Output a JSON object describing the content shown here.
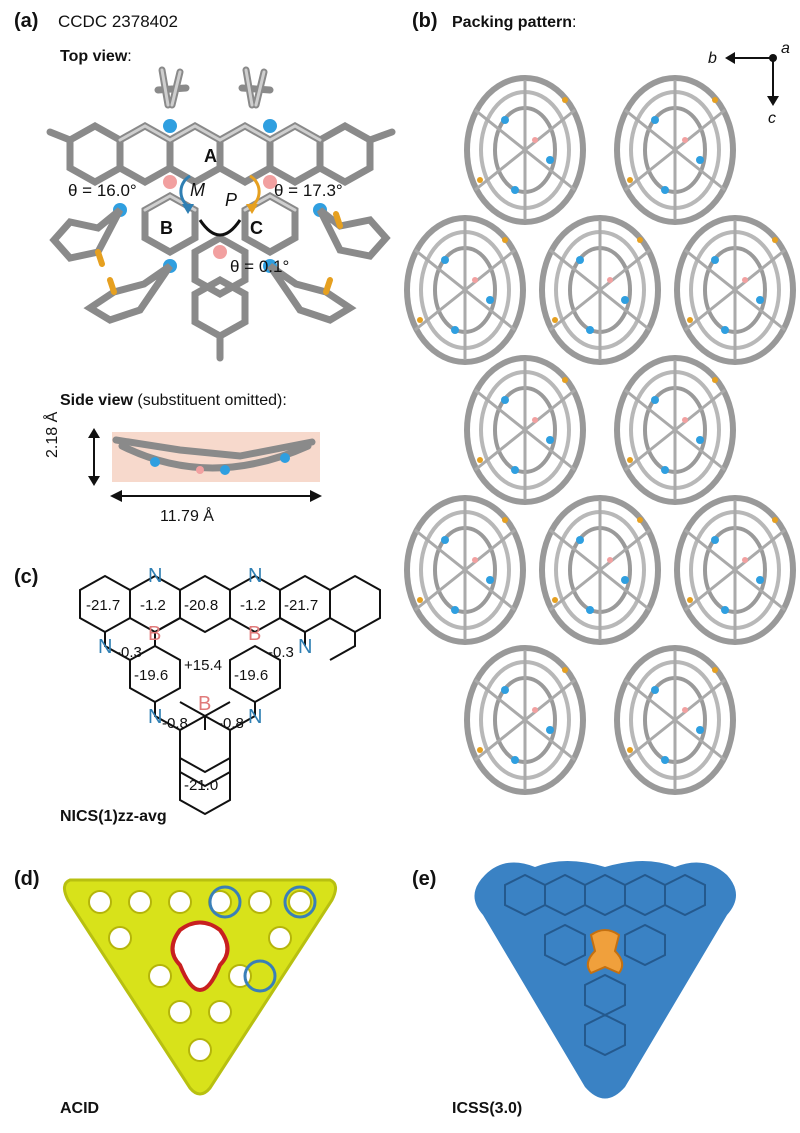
{
  "panel_a": {
    "label": "(a)",
    "ccdc": "CCDC 2378402",
    "top_view": "Top view",
    "top_view_suffix": ":",
    "ring_a": "A",
    "ring_b": "B",
    "ring_c": "C",
    "theta_left": "θ = 16.0°",
    "theta_right": "θ = 17.3°",
    "theta_bottom": "θ = 0.1°",
    "helix_m": "M",
    "helix_p": "P",
    "side_view": "Side view",
    "side_view_note": " (substituent omitted):",
    "height": "2.18 Å",
    "width": "11.79 Å"
  },
  "panel_b": {
    "label": "(b)",
    "title": "Packing pattern",
    "title_suffix": ":",
    "axis_a": "a",
    "axis_b": "b",
    "axis_c": "c"
  },
  "panel_c": {
    "label": "(c)",
    "caption": "NICS(1)zz-avg",
    "atom_n": "N",
    "atom_b": "B",
    "values": [
      "-21.7",
      "-1.2",
      "-20.8",
      "-1.2",
      "-21.7",
      "-0.3",
      "+15.4",
      "-0.3",
      "-19.6",
      "-19.6",
      "-0.8",
      "-0.8",
      "-21.0"
    ]
  },
  "panel_d": {
    "label": "(d)",
    "caption": "ACID"
  },
  "panel_e": {
    "label": "(e)",
    "caption": "ICSS(3.0)"
  },
  "colors": {
    "nitrogen": "#2f7fb3",
    "boron": "#e07a7a",
    "acid": "#d8e21a",
    "icss_blue": "#3a82c4",
    "icss_orange": "#f0a03c"
  }
}
